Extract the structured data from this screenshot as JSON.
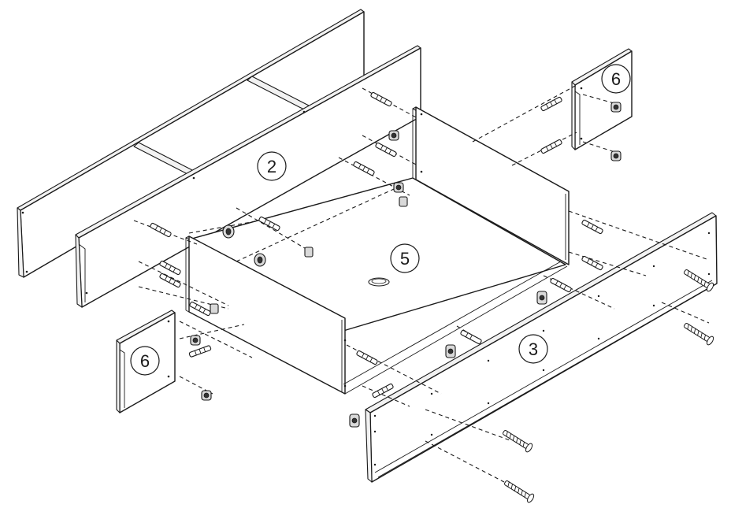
{
  "diagram": {
    "labels": {
      "back_panel": "2",
      "bottom_panel": "5",
      "front_panel": "3",
      "side_panel_left": "6",
      "side_panel_right": "6"
    }
  }
}
